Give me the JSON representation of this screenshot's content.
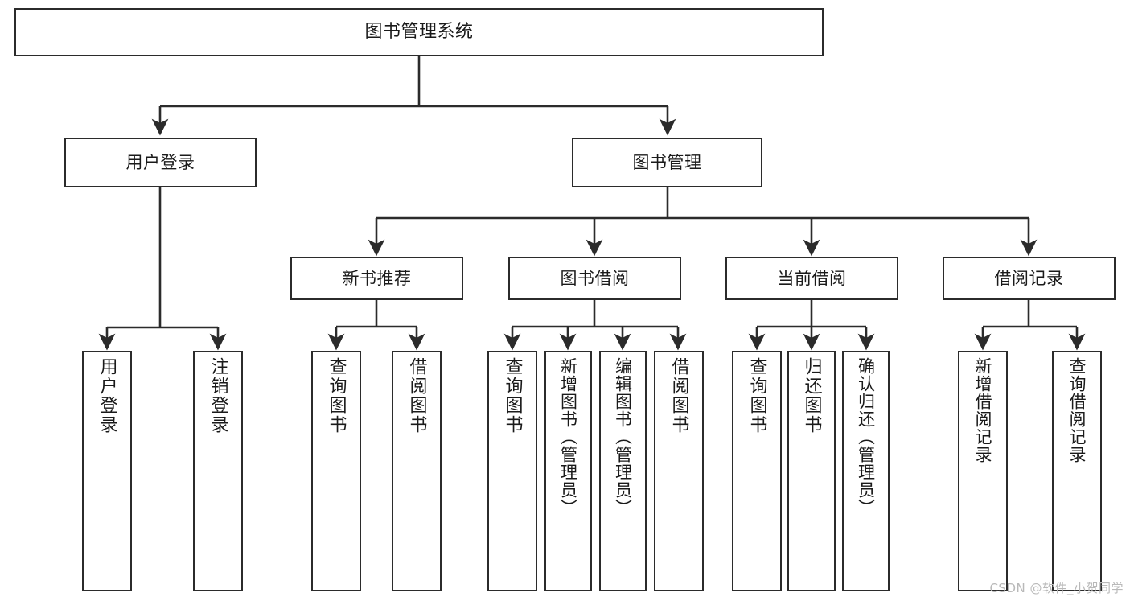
{
  "diagram": {
    "title": "图书管理系统",
    "watermark": "CSDN @软件_小贺同学",
    "colors": {
      "stroke": "#2b2b2b",
      "fill": "#ffffff",
      "text": "#1a1a1a",
      "watermark": "#b9b9b9"
    },
    "nodes": {
      "root": "图书管理系统",
      "user_login": "用户登录",
      "book_manage": "图书管理",
      "new_book_rec": "新书推荐",
      "book_borrow": "图书借阅",
      "current_borrow": "当前借阅",
      "borrow_record": "借阅记录",
      "leaf_user_login": "用户登录",
      "leaf_logout": "注销登录",
      "leaf_query_book_1": "查询图书",
      "leaf_borrow_book_1": "借阅图书",
      "leaf_query_book_2": "查询图书",
      "leaf_add_book_admin": "新增图书（管理员）",
      "leaf_edit_book_admin": "编辑图书（管理员）",
      "leaf_borrow_book_2": "借阅图书",
      "leaf_query_book_3": "查询图书",
      "leaf_return_book": "归还图书",
      "leaf_confirm_return_admin": "确认归还（管理员）",
      "leaf_add_record": "新增借阅记录",
      "leaf_query_record": "查询借阅记录"
    }
  }
}
